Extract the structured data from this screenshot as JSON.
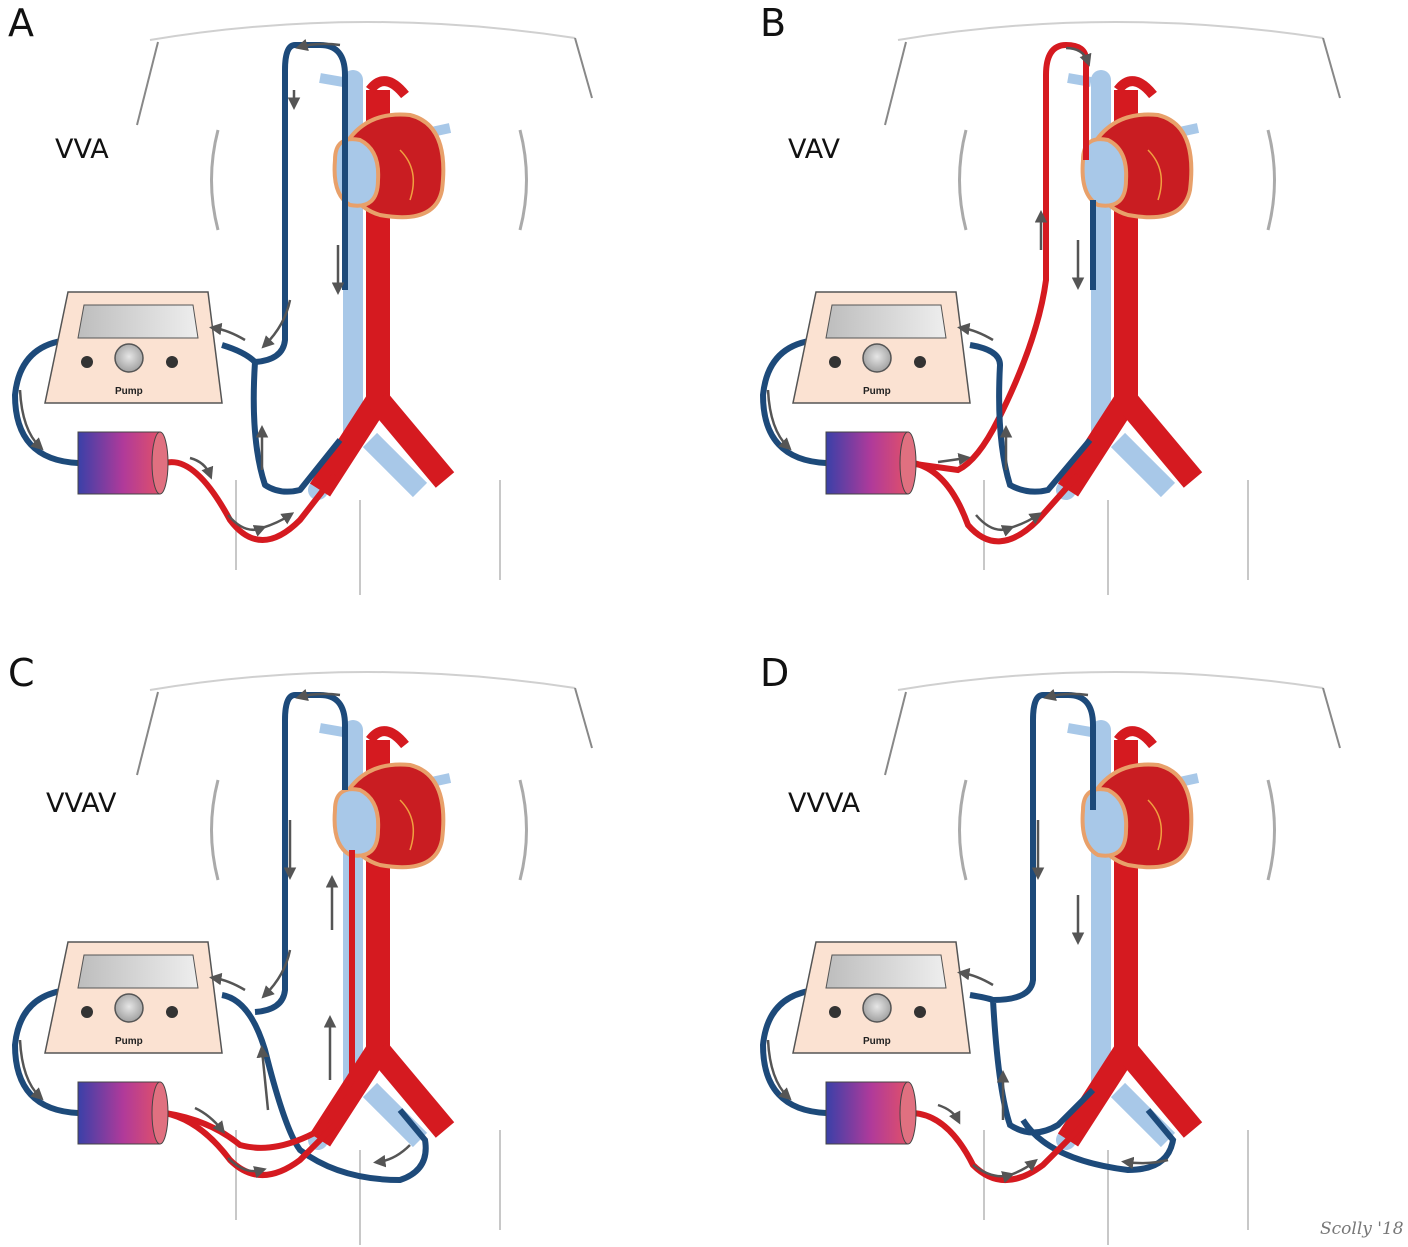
{
  "panels": [
    {
      "letter": "A",
      "config": "VVA",
      "pump_label": "Pump"
    },
    {
      "letter": "B",
      "config": "VAV",
      "pump_label": "Pump"
    },
    {
      "letter": "C",
      "config": "VVAV",
      "pump_label": "Pump"
    },
    {
      "letter": "D",
      "config": "VVVA",
      "pump_label": "Pump"
    }
  ],
  "signature": "Scolly '18",
  "colors": {
    "venous_tube": "#1d4a7a",
    "arterial_tube": "#d51a20",
    "vein": "#a8c8e8",
    "artery": "#d51a20",
    "heart_atrium_outline": "#e8a06a",
    "pump_body": "#fbe2d2",
    "arrow": "#555555"
  }
}
